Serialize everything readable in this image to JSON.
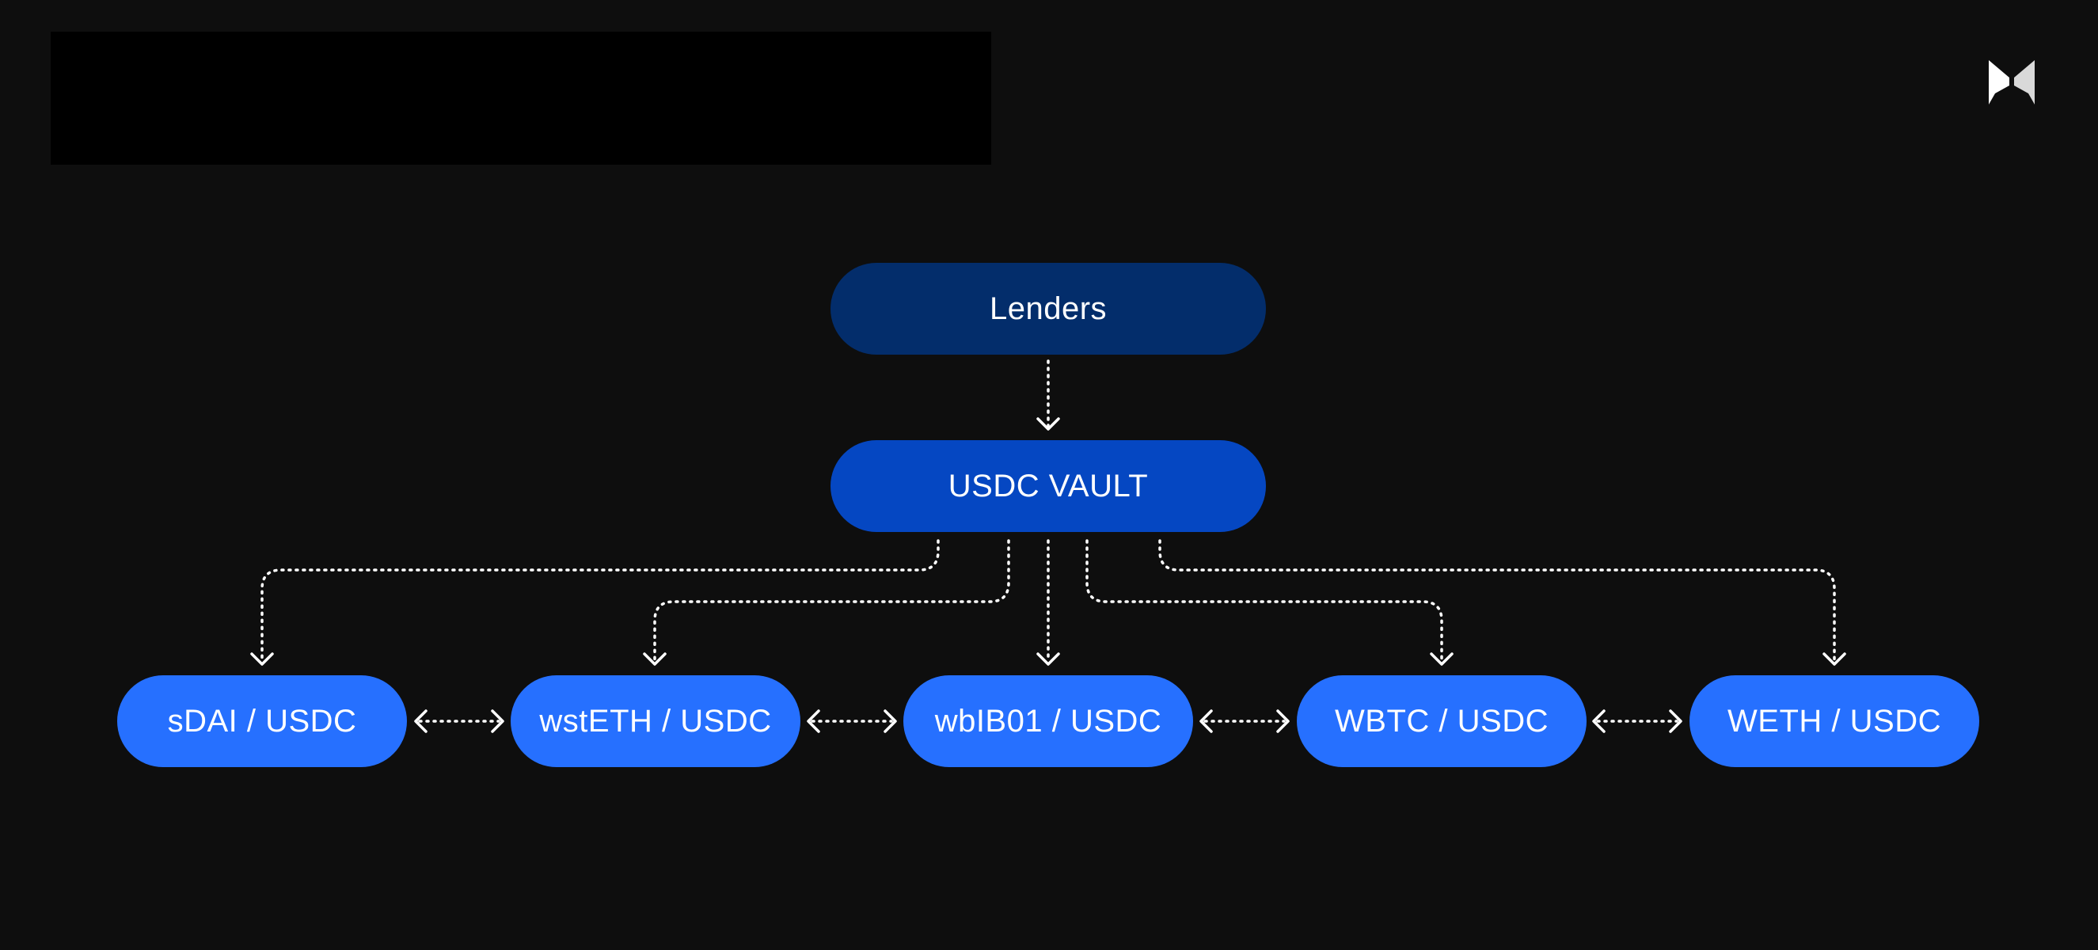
{
  "diagram": {
    "lenders_label": "Lenders",
    "vault_label": "USDC VAULT",
    "markets": [
      {
        "label": "sDAI / USDC"
      },
      {
        "label": "wstETH / USDC"
      },
      {
        "label": "wbIB01 / USDC"
      },
      {
        "label": "WBTC / USDC"
      },
      {
        "label": "WETH / USDC"
      }
    ]
  },
  "colors": {
    "background": "#0e0e0e",
    "redaction_block": "#000000",
    "lenders_fill": "#032d6b",
    "vault_fill": "#0547c2",
    "market_fill": "#2670ff",
    "connector": "#ffffff"
  },
  "icons": {
    "logo": "butterfly-logo-icon"
  }
}
